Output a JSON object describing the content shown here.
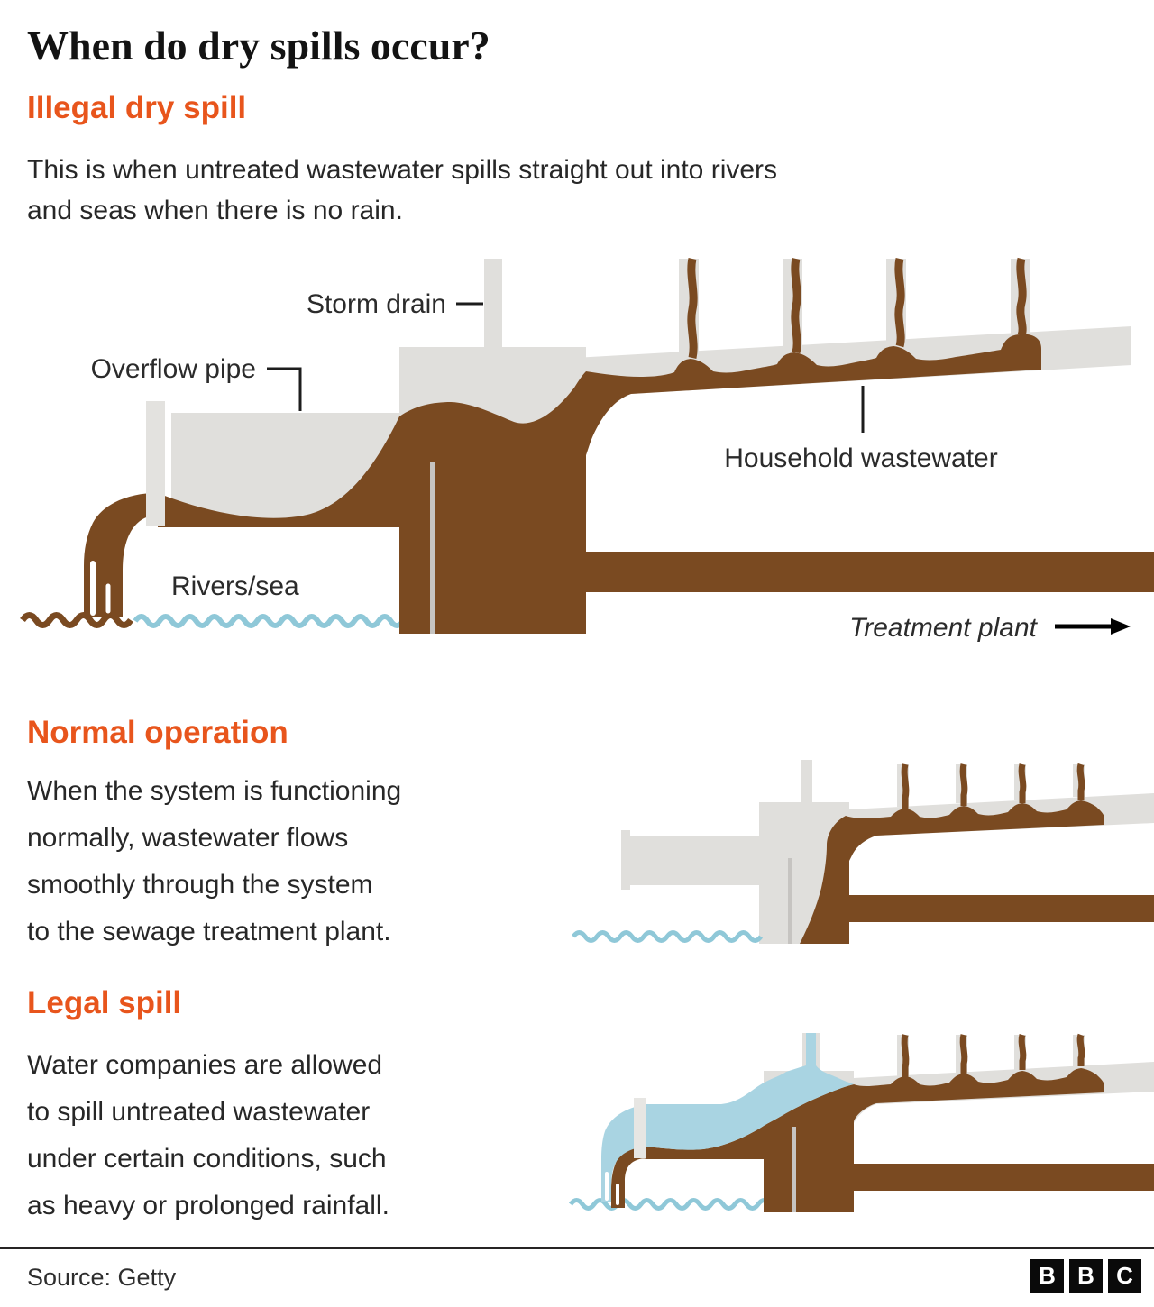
{
  "title": "When do dry spills occur?",
  "sections": {
    "illegal": {
      "heading": "Illegal dry spill",
      "lines": [
        "This is when untreated wastewater spills straight out into rivers",
        "and seas when there is no rain."
      ]
    },
    "normal": {
      "heading": "Normal operation",
      "lines": [
        "When the system is functioning",
        "normally, wastewater flows",
        "smoothly through the system",
        "to the sewage treatment plant."
      ]
    },
    "legal": {
      "heading": "Legal spill",
      "lines": [
        "Water companies are allowed",
        "to spill untreated wastewater",
        "under certain conditions, such",
        "as heavy or prolonged rainfall."
      ]
    }
  },
  "diagram_labels": {
    "storm_drain": "Storm drain",
    "overflow_pipe": "Overflow pipe",
    "rivers_sea": "Rivers/sea",
    "household_wastewater": "Household wastewater",
    "treatment_plant": "Treatment plant"
  },
  "footer": {
    "source": "Source: Getty",
    "logo_letters": [
      "B",
      "B",
      "C"
    ]
  },
  "colors": {
    "accent_orange": "#e8551c",
    "sewage_brown": "#7a4a21",
    "pipe_grey": "#e0dfdc",
    "water_fill_blue": "#a9d4e2",
    "wave_blue": "#8fc8d8"
  }
}
